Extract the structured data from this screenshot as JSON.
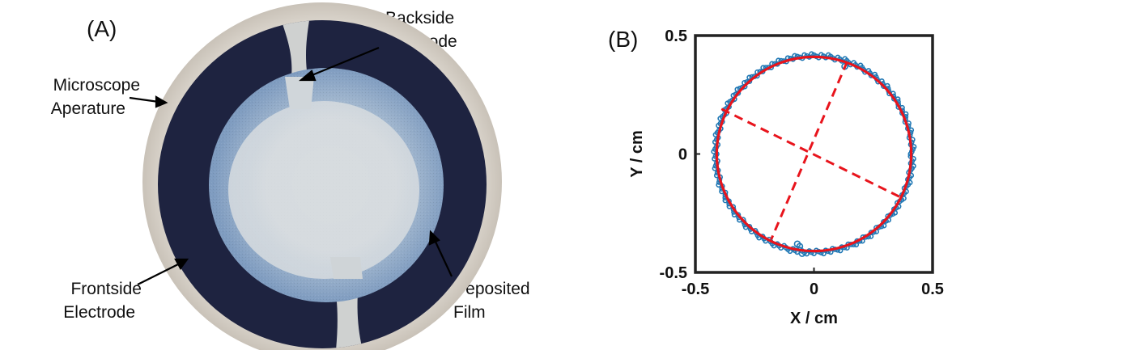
{
  "panel_a": {
    "label": "(A)",
    "annotations": {
      "backside_line1": "Backside",
      "backside_line2": "Electrode",
      "microscope_line1": "Microscope",
      "microscope_line2": "Aperature",
      "frontside_line1": "Frontside",
      "frontside_line2": "Electrode",
      "deposited_line1": "Deposited",
      "deposited_line2": "Film"
    },
    "colors": {
      "aperture_ring": "#d8d2ca",
      "frontside_electrode": "#1e2340",
      "deposited_film": "#8fa8c6",
      "center_region": "#d6dbdf"
    }
  },
  "panel_b": {
    "label": "(B)"
  },
  "chart_data": {
    "type": "scatter",
    "xlabel": "X / cm",
    "ylabel": "Y / cm",
    "xlim": [
      -0.5,
      0.5
    ],
    "ylim": [
      -0.5,
      0.5
    ],
    "xticks": [
      "-0.5",
      "0",
      "0.5"
    ],
    "yticks": [
      "-0.5",
      "0",
      "0.5"
    ],
    "grid": false,
    "series": [
      {
        "type": "scatter",
        "marker": "circle-open",
        "color": "#1f77b4",
        "description_points": "dense ring of measured edge points",
        "center": [
          0,
          0
        ],
        "radius": 0.415,
        "outliers": [
          [
            0.13,
            0.37
          ],
          [
            -0.06,
            -0.39
          ],
          [
            -0.07,
            -0.38
          ],
          [
            -0.05,
            -0.42
          ]
        ]
      },
      {
        "type": "fit-ellipse",
        "color": "#e8141c",
        "center": [
          0,
          0
        ],
        "radius_x": 0.41,
        "radius_y": 0.41
      },
      {
        "type": "axis-lines",
        "color": "#e8141c",
        "style": "dashed",
        "lines": [
          {
            "from": [
              0.14,
              0.39
            ],
            "to": [
              -0.18,
              -0.36
            ]
          },
          {
            "from": [
              -0.39,
              0.19
            ],
            "to": [
              0.38,
              -0.19
            ]
          }
        ]
      }
    ]
  }
}
